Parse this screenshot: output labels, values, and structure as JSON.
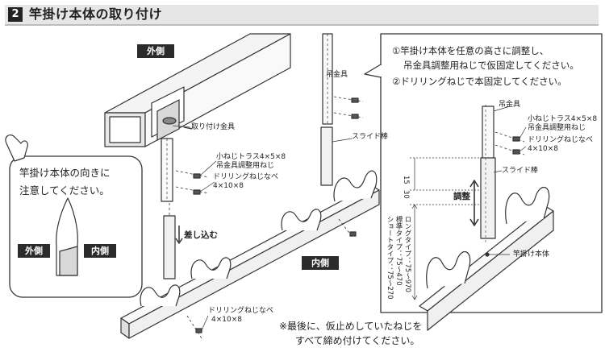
{
  "header": {
    "step_number": "2",
    "title": "竿掛け本体の取り付け"
  },
  "main": {
    "outer_side_tag": "外側",
    "inner_side_tag": "内側",
    "hanger_bracket_label": "吊金具",
    "mount_bracket_label": "取り付け金具",
    "small_screw_label": "小ねじトラス4×5×8",
    "small_screw_sub": "吊金具調整用ねじ",
    "drill_screw_label": "ドリリングねじなべ",
    "drill_screw_size": "4×10×8",
    "slide_bar_label": "スライド棒",
    "insert_label": "差し込む",
    "bottom_drill_label": "ドリリングねじなべ",
    "bottom_drill_size": "4×10×8",
    "final_note_line1": "※最後に、仮止めしていたねじを",
    "final_note_line2": "すべて締め付けてください。"
  },
  "side_note": {
    "line1": "竿掛け本体の向きに",
    "line2": "注意してください。",
    "outer_tag": "外側",
    "inner_tag": "内側"
  },
  "detail": {
    "step1_line1": "①竿掛け本体を任意の高さに調整し、",
    "step1_line2": "吊金具調整用ねじで仮固定してください。",
    "step2": "②ドリリングねじで本固定してください。",
    "hanger_bracket_label": "吊金具",
    "small_screw_label": "小ねじトラス4×5×8",
    "small_screw_sub": "吊金具調整用ねじ",
    "drill_screw_label": "ドリリングねじなべ",
    "drill_screw_size": "4×10×8",
    "slide_bar_label": "スライド棒",
    "adjust_label": "調整",
    "dim_30": "30",
    "dim_15": "15",
    "short_type": "ショートタイプ：75〜270",
    "standard_type": "標準タイプ：75〜470",
    "long_type": "ロングタイプ：75〜970",
    "body_label": "竿掛け本体"
  },
  "colors": {
    "line": "#333333",
    "tag_bg": "#2b2b2b",
    "header_bg": "#e6e6e6"
  }
}
